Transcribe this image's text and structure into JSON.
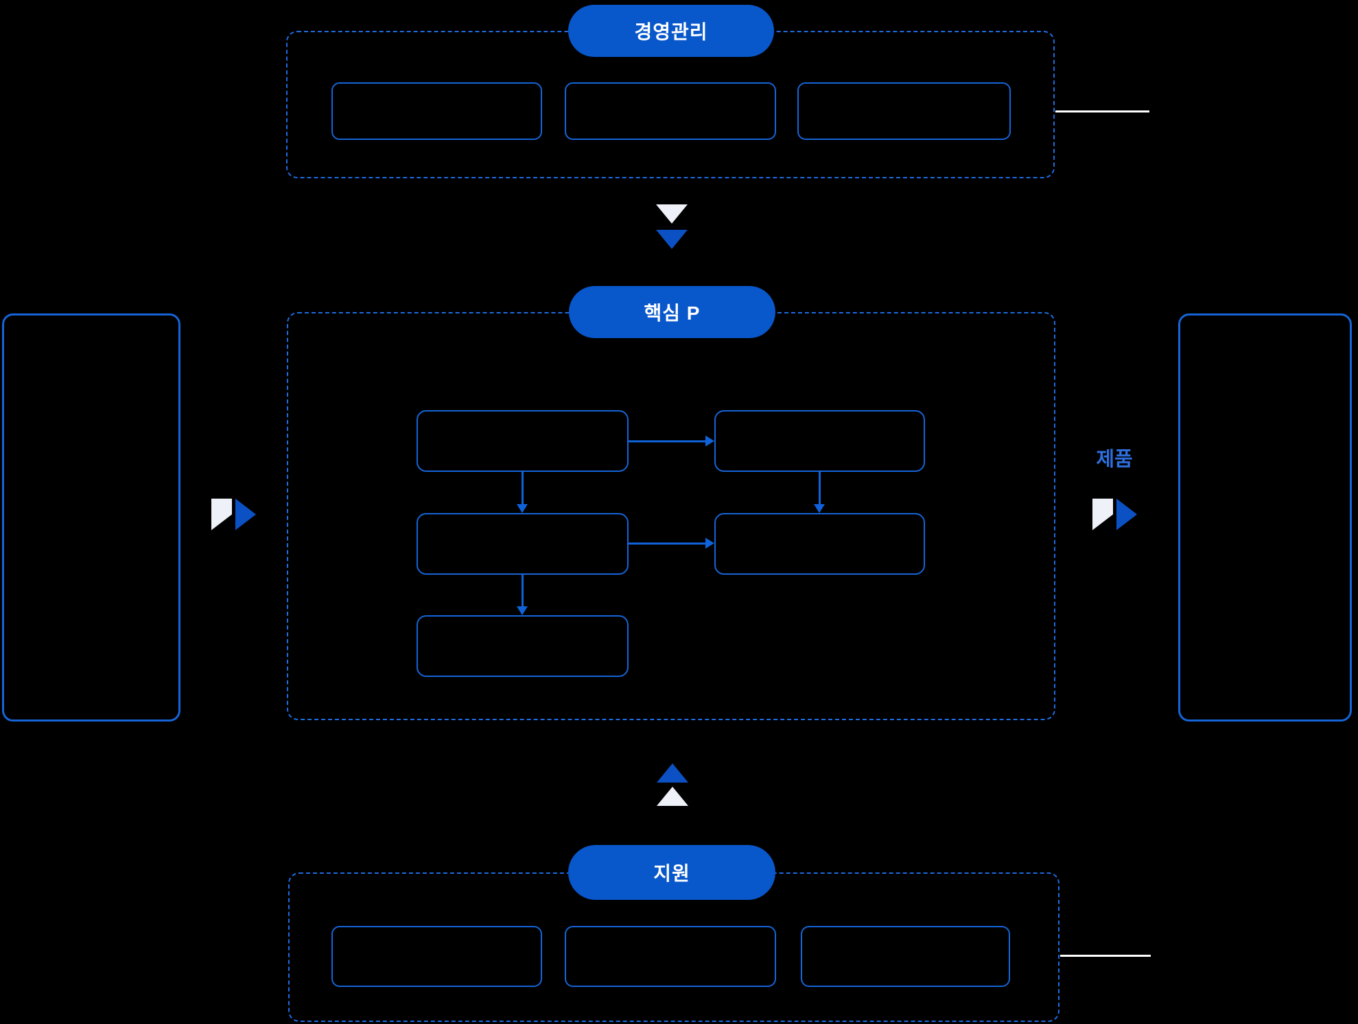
{
  "diagram": {
    "type": "process-flow",
    "sections": {
      "management": {
        "label": "경영관리",
        "box_count": 3
      },
      "core_process": {
        "label": "핵심 P",
        "step_count": 5
      },
      "support": {
        "label": "지원",
        "box_count": 3
      }
    },
    "labels": {
      "product": "제품"
    },
    "colors": {
      "background": "#000000",
      "pill_fill": "#0857CB",
      "pill_text": "#FFFFFF",
      "box_border": "#1565D8",
      "dashed_border": "#1F6BE0",
      "connector": "#0F62D9",
      "chevron_light": "#EEF1F8",
      "chevron_blue": "#0B51C4",
      "white_line": "#FFFFFF",
      "product_label_text": "#2E6FDD"
    }
  }
}
